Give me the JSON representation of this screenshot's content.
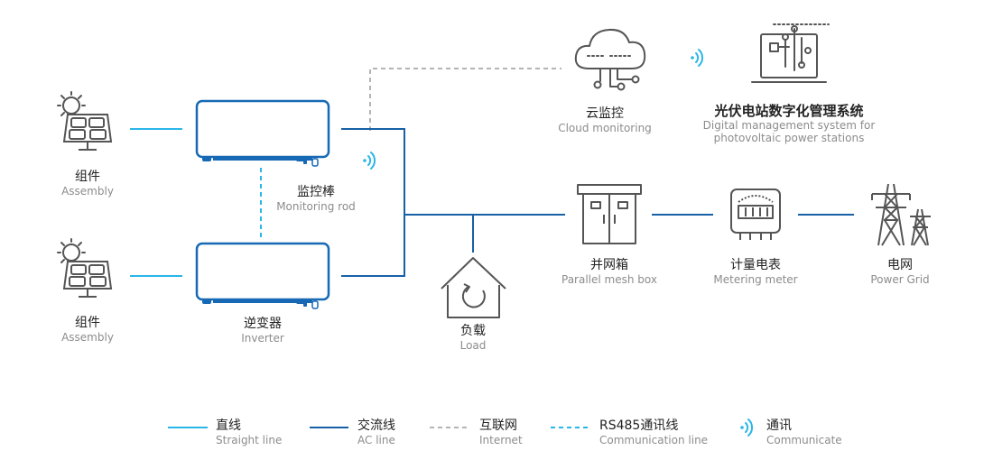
{
  "colors": {
    "straight_line": "#29b6e8",
    "ac_line": "#1760a6",
    "internet": "#b4b4b4",
    "comm_line": "#29b6e8",
    "icon": "#555555",
    "inverter": "#1769b5"
  },
  "nodes": {
    "assembly_top": {
      "zh": "组件",
      "en": "Assembly"
    },
    "assembly_bottom": {
      "zh": "组件",
      "en": "Assembly"
    },
    "monitoring_rod": {
      "zh": "监控棒",
      "en": "Monitoring rod"
    },
    "inverter": {
      "zh": "逆变器",
      "en": "Inverter"
    },
    "load": {
      "zh": "负载",
      "en": "Load"
    },
    "cloud": {
      "zh": "云监控",
      "en": "Cloud monitoring"
    },
    "digital_system": {
      "zh": "光伏电站数字化管理系统",
      "en1": "Digital management system for",
      "en2": "photovoltaic power stations"
    },
    "mesh_box": {
      "zh": "并网箱",
      "en": "Parallel mesh box"
    },
    "meter": {
      "zh": "计量电表",
      "en": "Metering meter"
    },
    "grid": {
      "zh": "电网",
      "en": "Power Grid"
    }
  },
  "legend": [
    {
      "zh": "直线",
      "en": "Straight line",
      "style": "solid-light"
    },
    {
      "zh": "交流线",
      "en": "AC line",
      "style": "solid-dark"
    },
    {
      "zh": "互联网",
      "en": "Internet",
      "style": "dashed-grey"
    },
    {
      "zh": "RS485通讯线",
      "en": "Communication line",
      "style": "dashed-blue"
    },
    {
      "zh": "通讯",
      "en": "Communicate",
      "style": "wifi"
    }
  ],
  "icons": [
    "sun-icon",
    "solar-panel-icon",
    "inverter-icon",
    "wifi-icon",
    "cloud-icon",
    "laptop-icon",
    "house-icon",
    "cabinet-icon",
    "meter-icon",
    "pylon-icon"
  ]
}
